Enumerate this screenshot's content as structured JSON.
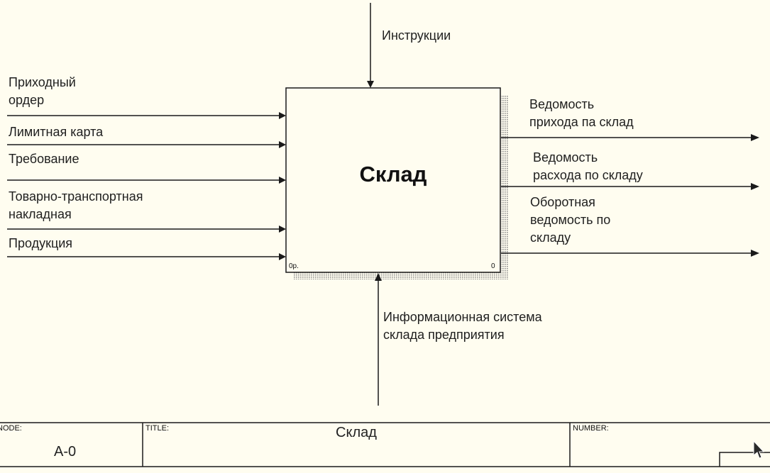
{
  "activity": {
    "title": "Склад",
    "corner_left": "0р.",
    "corner_right": "0"
  },
  "inputs": [
    {
      "label_lines": [
        "Приходный",
        "ордер"
      ]
    },
    {
      "label_lines": [
        "Лимитная карта"
      ]
    },
    {
      "label_lines": [
        "Требование"
      ]
    },
    {
      "label_lines": [
        "Товарно-транспортная",
        "накладная"
      ]
    },
    {
      "label_lines": [
        "Продукция"
      ]
    }
  ],
  "controls": [
    {
      "label_lines": [
        "Инструкции"
      ]
    }
  ],
  "outputs": [
    {
      "label_lines": [
        "Ведомость",
        "прихода па склад"
      ]
    },
    {
      "label_lines": [
        "Ведомость",
        "расхода по складу"
      ]
    },
    {
      "label_lines": [
        "Оборотная",
        "ведомость по",
        "складу"
      ]
    }
  ],
  "mechanisms": [
    {
      "label_lines": [
        "Информационная система",
        "склада предприятия"
      ]
    }
  ],
  "frame": {
    "node_caption": "NODE:",
    "node_value": "A-0",
    "title_caption": "TITLE:",
    "title_value": "Склад",
    "number_caption": "NUMBER:"
  },
  "colors": {
    "background": "#fffdf0",
    "line": "#1a1a1a",
    "shadow": "#9a9a9a"
  }
}
